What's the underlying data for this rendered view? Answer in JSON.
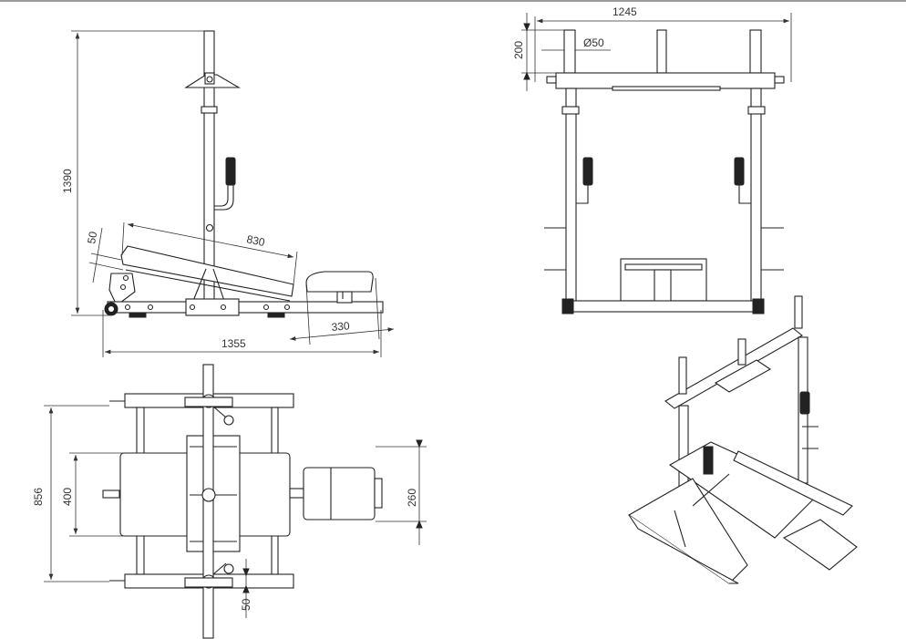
{
  "drawing": {
    "side_view": {
      "height": "1390",
      "incline_thickness": "50",
      "bench_length": "830",
      "total_length": "1355",
      "seat_length": "330"
    },
    "front_view": {
      "width": "1245",
      "post_height": "200",
      "post_diameter": "Ø50"
    },
    "top_view": {
      "width": "856",
      "bench_width": "400",
      "seat_width": "260",
      "tube_size": "50"
    }
  }
}
